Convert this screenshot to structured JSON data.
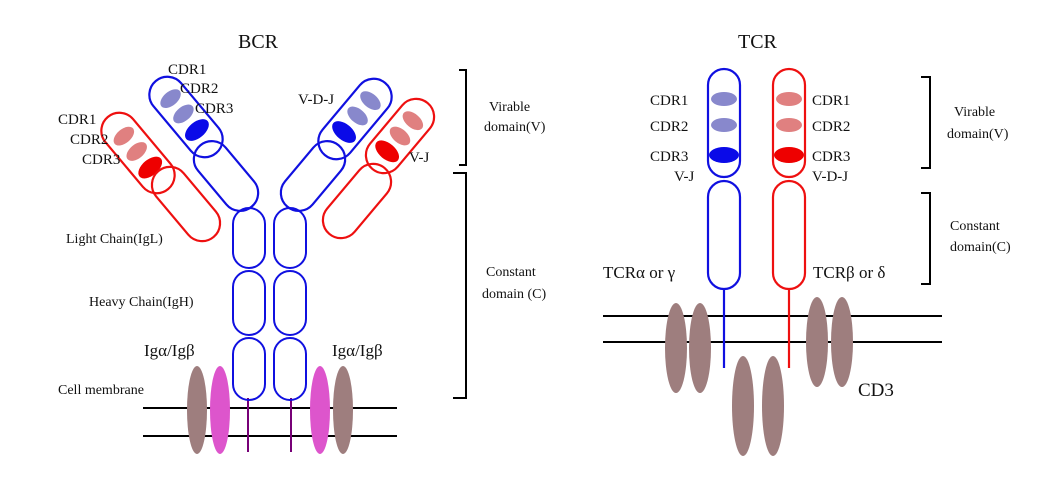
{
  "colors": {
    "blue": "#1010e0",
    "red": "#ee1010",
    "blue_light": "#8888cc",
    "red_light": "#e08080",
    "blue_dark": "#0a0ae8",
    "red_dark": "#ee0000",
    "cd3": "#9e7e7e",
    "ig_pink": "#dd55cc",
    "ig_brown": "#9e7e7e",
    "membrane": "#000000",
    "tail": "#770077"
  },
  "bcr": {
    "title": "BCR",
    "left_cdr": {
      "cdr1": "CDR1",
      "cdr2": "CDR2",
      "cdr3": "CDR3"
    },
    "top_cdr": {
      "cdr1": "CDR1",
      "cdr2": "CDR2",
      "cdr3": "CDR3"
    },
    "vdj": "V-D-J",
    "vj": "V-J",
    "light_chain": "Light Chain(IgL)",
    "heavy_chain": "Heavy Chain(IgH)",
    "ig_left": "Igα/Igβ",
    "ig_right": "Igα/Igβ",
    "membrane": "Cell membrane"
  },
  "domains": {
    "variable_line1": "Virable",
    "variable_line2": "domain(V)",
    "constant_line1": "Constant",
    "constant_line2": "domain (C)"
  },
  "tcr": {
    "title": "TCR",
    "left": {
      "cdr1": "CDR1",
      "cdr2": "CDR2",
      "cdr3": "CDR3",
      "segment": "V-J"
    },
    "right": {
      "cdr1": "CDR1",
      "cdr2": "CDR2",
      "cdr3": "CDR3",
      "segment": "V-D-J"
    },
    "alpha": "TCRα or γ",
    "beta": "TCRβ or δ",
    "cd3": "CD3",
    "variable_line1": "Virable",
    "variable_line2": "domain(V)",
    "constant_line1": "Constant",
    "constant_line2": "domain(C)"
  }
}
